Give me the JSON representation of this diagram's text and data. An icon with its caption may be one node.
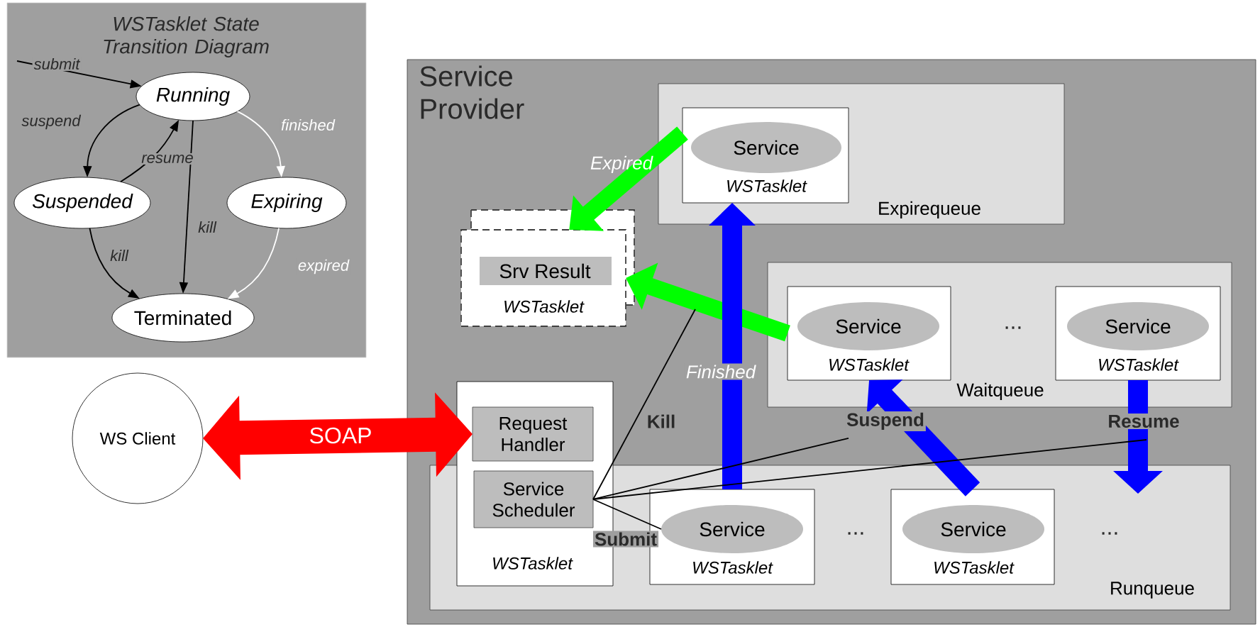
{
  "diagram": {
    "nodes": [
      {
        "text": [
          "WSTasklet State Transition Diagram"
        ]
      },
      {
        "text": [
          "Running"
        ],
        "in": 0
      },
      {
        "text": [
          "Suspended"
        ],
        "in": 0
      },
      {
        "text": [
          "Expiring"
        ],
        "in": 0
      },
      {
        "text": [
          "Terminated"
        ],
        "in": 0
      },
      {
        "text": [
          "WS Client"
        ]
      },
      {
        "text": [
          "Service Provider"
        ]
      },
      {
        "text": [
          "Expirequeue"
        ],
        "in": 6
      },
      {
        "text": [
          "WSTasklet"
        ],
        "in": 7
      },
      {
        "text": [
          "Service"
        ],
        "in": 8
      },
      {
        "text": [
          "WSTasklet"
        ],
        "in": 6
      },
      {
        "text": [
          "Srv Result"
        ],
        "in": 10
      },
      {
        "text": [
          "Waitqueue"
        ],
        "in": 6
      },
      {
        "text": [
          "WSTasklet"
        ],
        "in": 12
      },
      {
        "text": [
          "Service"
        ],
        "in": 13
      },
      {
        "text": [
          "WSTasklet"
        ],
        "in": 12
      },
      {
        "text": [
          "Service"
        ],
        "in": 15
      },
      {
        "text": [
          "Runqueue"
        ],
        "in": 6
      },
      {
        "text": [
          "WSTasklet"
        ],
        "in": 6
      },
      {
        "text": [
          "Request Handler"
        ],
        "in": 18
      },
      {
        "text": [
          "Service Scheduler"
        ]
      },
      {
        "text": [
          "WSTasklet"
        ],
        "in": 17
      },
      {
        "text": [
          "Service"
        ],
        "in": 21
      },
      {
        "text": [
          "WSTasklet"
        ],
        "in": 17
      },
      {
        "text": [
          "Service"
        ],
        "in": 23
      }
    ],
    "edges": [
      {
        "from": null,
        "to": 1,
        "arrow": "to",
        "label": "submit"
      },
      {
        "from": 1,
        "to": 2,
        "arrow": "to",
        "label": "suspend"
      },
      {
        "from": 2,
        "to": 1,
        "arrow": "to",
        "label": "resume"
      },
      {
        "from": 1,
        "to": 3,
        "arrow": "to",
        "label": "finished",
        "color": "#ffffff"
      },
      {
        "from": 1,
        "to": 4,
        "arrow": "to",
        "label": "kill"
      },
      {
        "from": 2,
        "to": 4,
        "arrow": "to",
        "label": "kill"
      },
      {
        "from": 3,
        "to": 4,
        "arrow": "to",
        "label": "expired",
        "color": "#ffffff"
      },
      {
        "from": 5,
        "to": 19,
        "arrow": "both",
        "label": "SOAP",
        "style": "thick",
        "color": "#ff0000"
      },
      {
        "from": 8,
        "to": 10,
        "arrow": "to",
        "label": "Expired",
        "style": "thick",
        "color": "#00ff00"
      },
      {
        "from": 13,
        "to": 10,
        "arrow": "to",
        "style": "thick",
        "color": "#00ff00"
      },
      {
        "from": 21,
        "to": 8,
        "arrow": "to",
        "label": "Finished",
        "style": "thick",
        "color": "#0000ff"
      },
      {
        "from": 23,
        "to": 13,
        "arrow": "to",
        "label": "Suspend",
        "style": "thick",
        "color": "#0000ff"
      },
      {
        "from": 15,
        "to": 17,
        "arrow": "to",
        "label": "Resume",
        "style": "thick",
        "color": "#0000ff"
      },
      {
        "from": 20,
        "to": null,
        "arrow": "none",
        "label": "Kill"
      },
      {
        "from": 20,
        "to": 22,
        "arrow": "none",
        "label": "Submit"
      },
      {
        "from": 20,
        "to": null,
        "arrow": "none"
      },
      {
        "from": 20,
        "to": null,
        "arrow": "none"
      }
    ],
    "labels": [
      "...",
      "...",
      "..."
    ]
  }
}
